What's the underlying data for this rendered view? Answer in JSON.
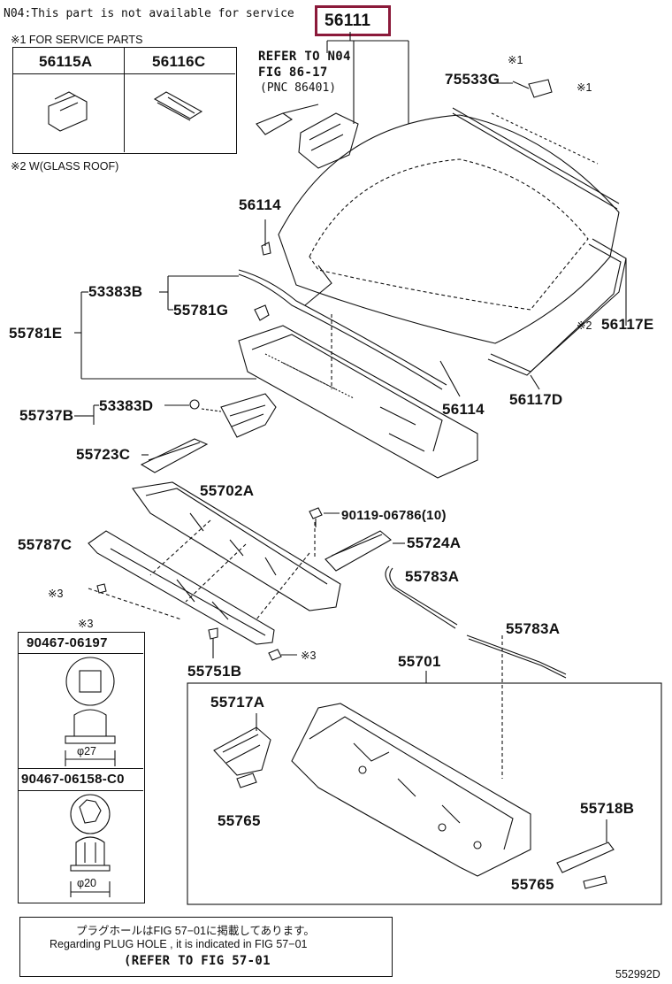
{
  "header": {
    "note": "N04:This part is not available for service"
  },
  "service_parts": {
    "title": "※1 FOR SERVICE PARTS",
    "col1": "56115A",
    "col2": "56116C",
    "note2": "※2 W(GLASS ROOF)"
  },
  "refer": {
    "line1": "REFER TO N04",
    "line2": "FIG 86-17",
    "line3": "(PNC 86401)"
  },
  "parts": {
    "p56111": "56111",
    "p75533G": "75533G",
    "mark1a": "※1",
    "mark1b": "※1",
    "p56114a": "56114",
    "p53383B": "53383B",
    "p55781G": "55781G",
    "p55781E": "55781E",
    "mark2": "※2",
    "p56117E": "56117E",
    "p56114b": "56114",
    "p56117D": "56117D",
    "p53383D": "53383D",
    "p55737B": "55737B",
    "p55723C": "55723C",
    "p55702A": "55702A",
    "p90119": "90119-06786(10)",
    "p55787C": "55787C",
    "p55724A": "55724A",
    "mark3a": "※3",
    "p55783A1": "55783A",
    "p55783A2": "55783A",
    "p55751B": "55751B",
    "mark3b": "※3",
    "p55701": "55701",
    "p55717A": "55717A",
    "p55765a": "55765",
    "p55718B": "55718B",
    "p55765b": "55765"
  },
  "clips": {
    "mark": "※3",
    "c1": "90467-06197",
    "c1_dim": "φ27",
    "c2": "90467-06158-C0",
    "c2_dim": "φ20"
  },
  "note_box": {
    "jp": "プラグホールはFIG 57−01に掲載してあります。",
    "en": "Regarding PLUG HOLE , it is indicated in FIG 57−01",
    "ref": "(REFER TO FIG 57-01"
  },
  "diagram_id": "552992D"
}
